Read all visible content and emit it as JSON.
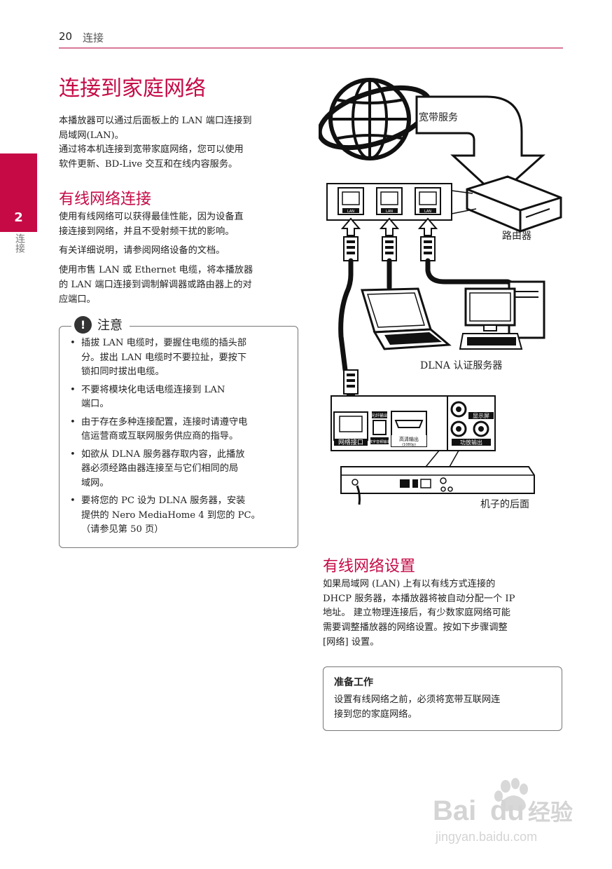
{
  "header": {
    "page_number": "20",
    "chapter": "连接"
  },
  "side_tab": {
    "number": "2",
    "label": "连接"
  },
  "title": "连接到家庭网络",
  "intro": [
    "本播放器可以通过后面板上的 LAN 端口连接到\n局域网(LAN)。",
    "通过将本机连接到宽带家庭网络，您可以使用\n软件更新、BD-Live 交互和在线内容服务。"
  ],
  "wired": {
    "heading": "有线网络连接",
    "paragraphs": [
      "使用有线网络可以获得最佳性能，因为设备直\n接连接到网络，并且不受射频干扰的影响。",
      "有关详细说明，请参阅网络设备的文档。",
      "使用市售 LAN 或 Ethernet 电缆，将本播放器\n的 LAN 端口连接到调制解调器或路由器上的对\n应端口。"
    ]
  },
  "note": {
    "icon_text": "!",
    "title": "注意",
    "items": [
      "插拔 LAN 电缆时，要握住电缆的插头部\n分。拔出 LAN 电缆时不要拉扯，要按下\n锁扣同时拔出电缆。",
      "不要将模块化电话电缆连接到 LAN\n端口。",
      "由于存在多种连接配置，连接时请遵守电\n信运营商或互联网服务供应商的指导。",
      "如欲从 DLNA 服务器存取内容，此播放\n器必须经路由器连接至与它们相同的局\n域网。",
      "要将您的 PC 设为 DLNA 服务器，安装\n提供的 Nero MediaHome 4 到您的 PC。\n（请参见第 50 页）"
    ]
  },
  "diagram": {
    "broadband_label": "宽带服务",
    "router_label": "路由器",
    "dlna_label": "DLNA 认证服务器",
    "rear_label": "机子的后面",
    "lan_port_label": "LAN",
    "network_port_label": "网络接口",
    "optical_label": "光纤输出",
    "digital_audio_label": "数字音频输出",
    "hdmi_label": "高清输出",
    "hdmi_sub_label": "(1080p)",
    "display_label": "显示屏",
    "amp_label": "功放输出"
  },
  "setup": {
    "heading": "有线网络设置",
    "body": "如果局域网 (LAN) 上有以有线方式连接的\nDHCP 服务器，本播放器将被自动分配一个 IP\n地址。 建立物理连接后，有少数家庭网络可能\n需要调整播放器的网络设置。按如下步骤调整\n[网络] 设置。"
  },
  "prep": {
    "title": "准备工作",
    "body": "设置有线网络之前，必须将宽带互联网连\n接到您的家庭网络。"
  },
  "watermark": {
    "brand": "Bai",
    "brand2": "du",
    "cn": "经验",
    "url": "jingyan.baidu.com"
  },
  "colors": {
    "accent": "#c50a46"
  }
}
